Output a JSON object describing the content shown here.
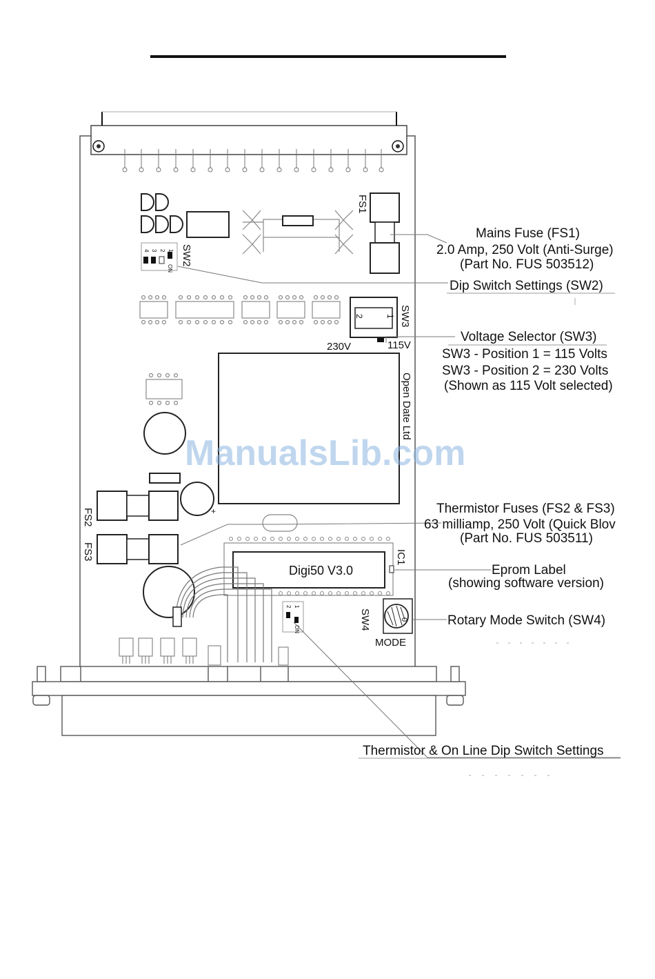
{
  "callouts": {
    "mains_fuse": {
      "title": "Mains Fuse (FS1)",
      "line2": "2.0 Amp, 250 Volt (Anti-Surge)",
      "line3": "(Part No. FUS 503512)"
    },
    "dip_switch": {
      "title": "Dip Switch Settings (SW2)"
    },
    "voltage_selector": {
      "title": "Voltage Selector (SW3)",
      "line2": "SW3 - Position 1 = 115 Volts",
      "line3": "SW3 - Position 2 = 230 Volts",
      "line4": "(Shown as 115 Volt selected)"
    },
    "thermistor_fuses": {
      "title": "Thermistor Fuses (FS2 & FS3)",
      "line2": "63 milliamp, 250 Volt (Quick Blov",
      "line3": "(Part No. FUS 503511)"
    },
    "eprom": {
      "title": "Eprom Label",
      "line2": "(showing software version)"
    },
    "rotary": {
      "title": "Rotary Mode Switch (SW4)"
    },
    "thermistor_dip": {
      "title": "Thermistor & On Line Dip Switch Settings"
    }
  },
  "board_labels": {
    "fs1": "FS1",
    "fs2": "FS2",
    "fs3": "FS3",
    "sw2": "SW2",
    "sw3": "SW3",
    "sw4": "SW4",
    "ic1": "IC1",
    "v230": "230V",
    "v115": "115V",
    "mode": "MODE",
    "rotary_pos": "0",
    "eprom_label": "Digi50 V3.0",
    "display_text": "Open Date Ltd",
    "sw3_pos1": "1",
    "sw3_pos2": "2",
    "plus": "+",
    "sw2_nums": [
      "4",
      "3",
      "2",
      "1"
    ],
    "sw2_on": "ON",
    "sw4_nums": [
      "2",
      "1"
    ],
    "sw4_on": "ON"
  },
  "watermark": "ManualsLib.com"
}
